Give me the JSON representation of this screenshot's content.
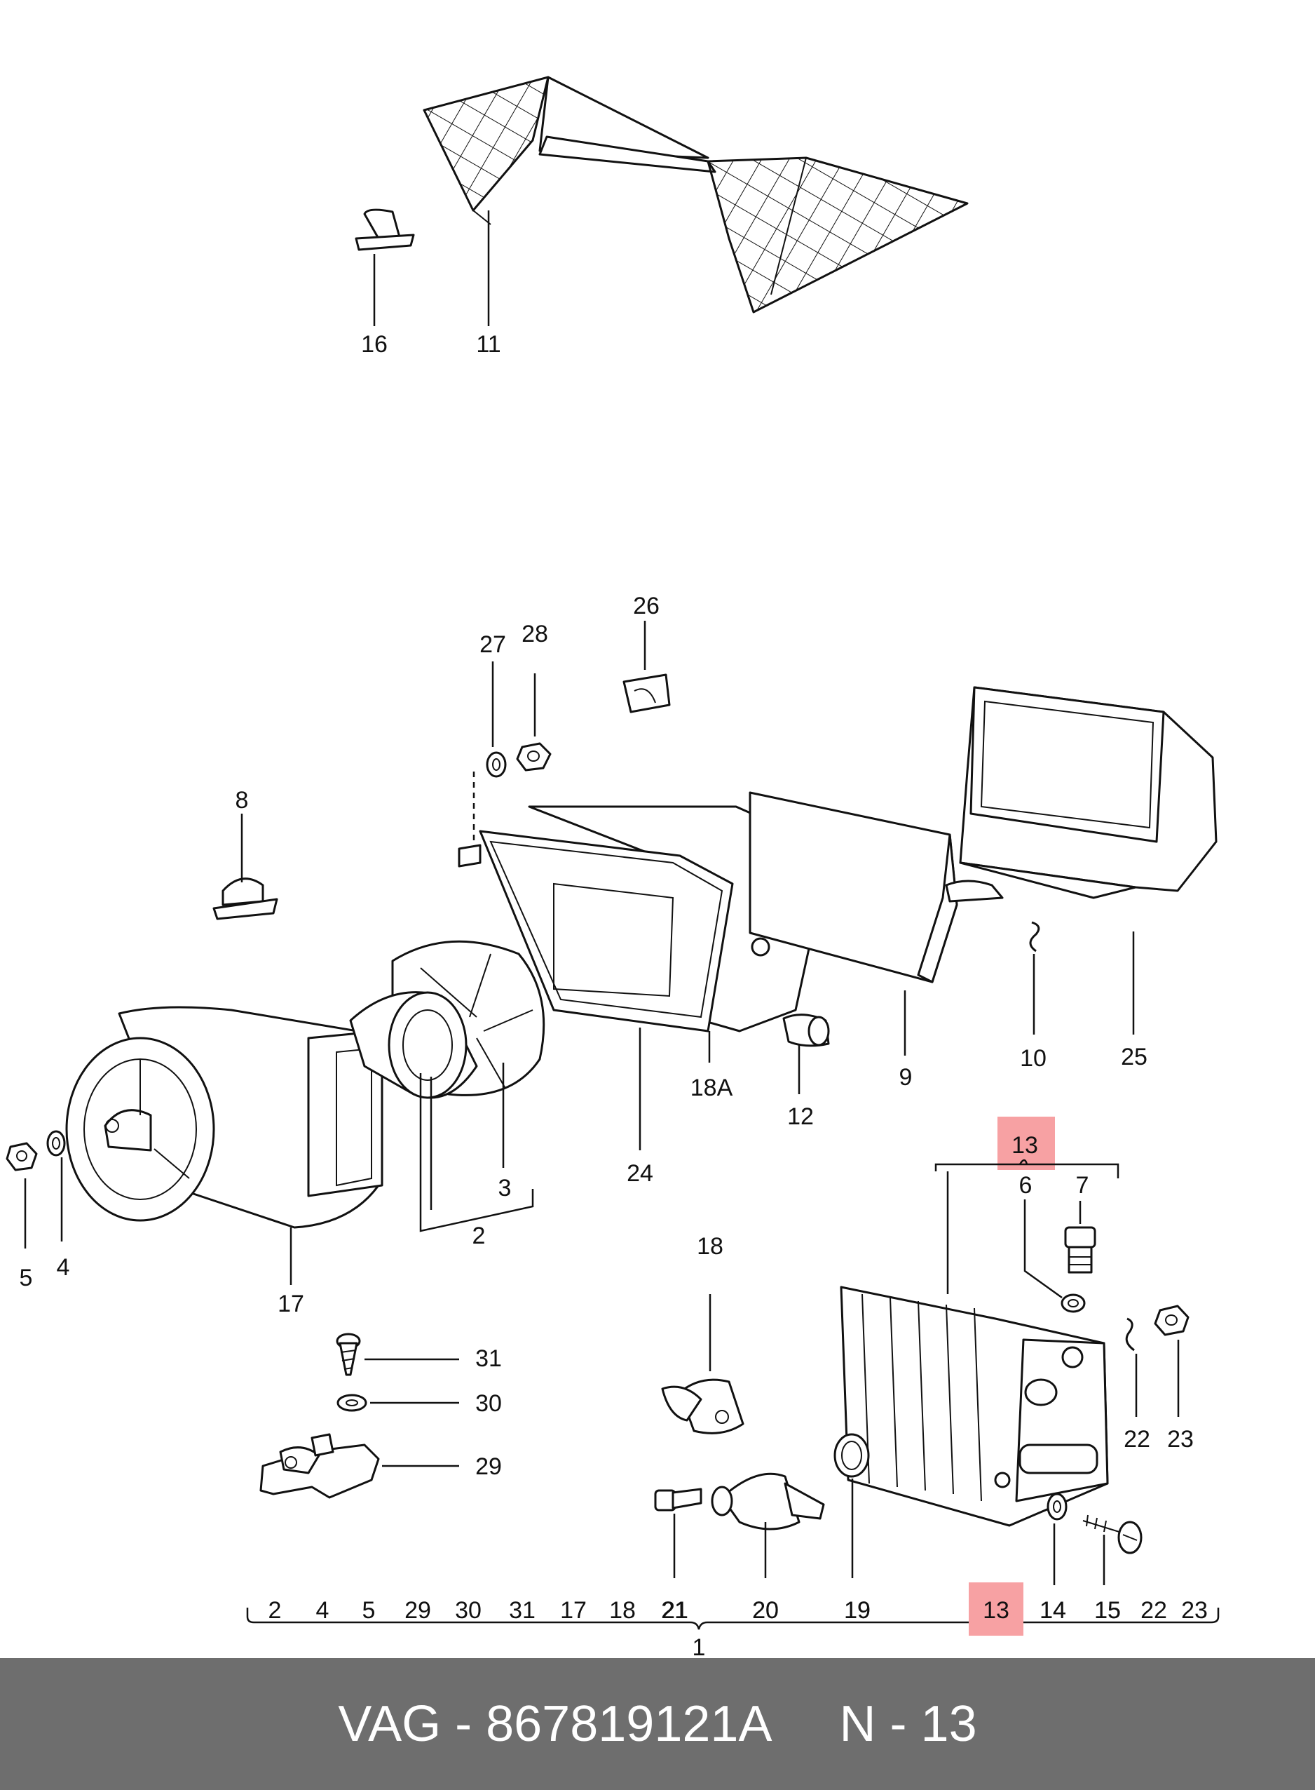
{
  "callouts": {
    "c16": "16",
    "c11": "11",
    "c27": "27",
    "c28": "28",
    "c26": "26",
    "c8": "8",
    "c10": "10",
    "c25": "25",
    "c9": "9",
    "c18A": "18A",
    "c12": "12",
    "c24": "24",
    "c3": "3",
    "c2": "2",
    "c5": "5",
    "c4": "4",
    "c17": "17",
    "c13_top": "13",
    "c6": "6",
    "c7": "7",
    "c18": "18",
    "c31": "31",
    "c30": "30",
    "c29": "29",
    "c22": "22",
    "c23": "23",
    "c21": "21",
    "c20": "20",
    "c19": "19",
    "c14": "14",
    "c15": "15",
    "c1": "1"
  },
  "kit_list": [
    "2",
    "4",
    "5",
    "29",
    "30",
    "31",
    "17",
    "18",
    "21",
    "20",
    "19",
    "13",
    "14",
    "15",
    "22",
    "23"
  ],
  "highlight": {
    "color": "#f7a1a3",
    "part": "13"
  },
  "footer": {
    "text": "VAG - 867819121A     N - 13",
    "background": "#6e6e6e"
  }
}
